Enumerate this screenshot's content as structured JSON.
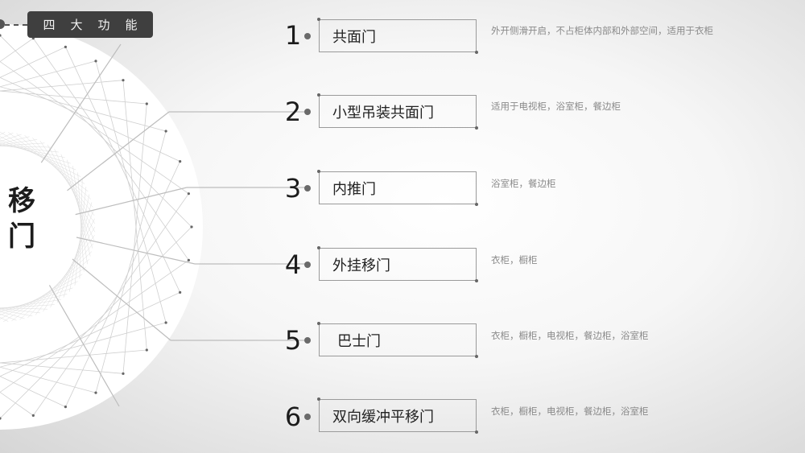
{
  "tag": {
    "chars": [
      "四",
      "大",
      "功",
      "能"
    ]
  },
  "center": {
    "line1": "移",
    "line2": "门"
  },
  "items": [
    {
      "num": "1",
      "label": "共面门",
      "desc": "外开侧滑开启，不占柜体内部和外部空间，适用于衣柜"
    },
    {
      "num": "2",
      "label": "小型吊装共面门",
      "desc": "适用于电视柜，浴室柜，餐边柜"
    },
    {
      "num": "3",
      "label": "内推门",
      "desc": "浴室柜，餐边柜"
    },
    {
      "num": "4",
      "label": "外挂移门",
      "desc": "衣柜，橱柜"
    },
    {
      "num": "5",
      "label": "巴士门",
      "desc": "衣柜，橱柜，电视柜，餐边柜，浴室柜"
    },
    {
      "num": "6",
      "label": "双向缓冲平移门",
      "desc": "衣柜，橱柜，电视柜，餐边柜，浴室柜"
    }
  ]
}
